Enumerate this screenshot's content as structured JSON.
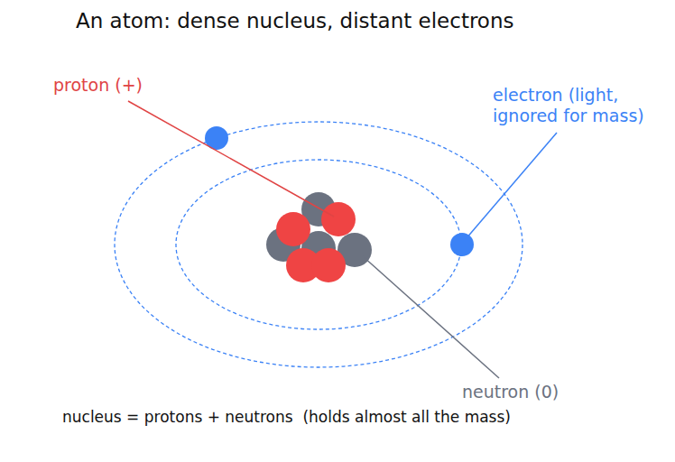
{
  "diagram": {
    "title": "An atom: dense nucleus, distant electrons",
    "caption": "nucleus = protons + neutrons  (holds almost all the mass)",
    "labels": [
      "proton (+)",
      "electron (light, ignored for mass)",
      "neutron (0)"
    ]
  }
}
